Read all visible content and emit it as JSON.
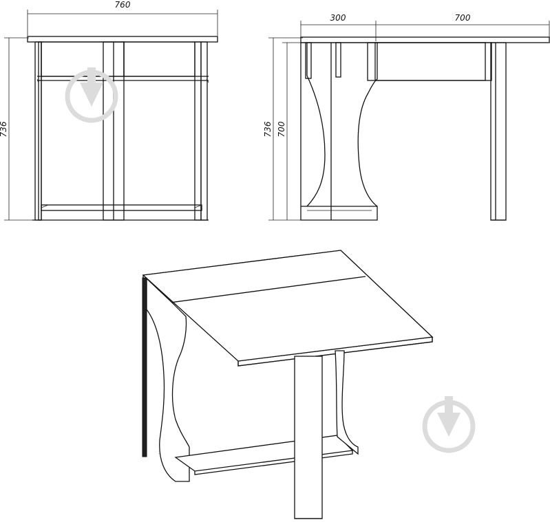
{
  "front_view": {
    "width_label": "760",
    "height_label": "736"
  },
  "side_view": {
    "leaf_depth_label": "300",
    "top_depth_label": "700",
    "total_height_label": "736",
    "leg_height_label": "700"
  },
  "watermark": {
    "icon": "pen-nib-icon",
    "color": "#dcdcdc"
  }
}
